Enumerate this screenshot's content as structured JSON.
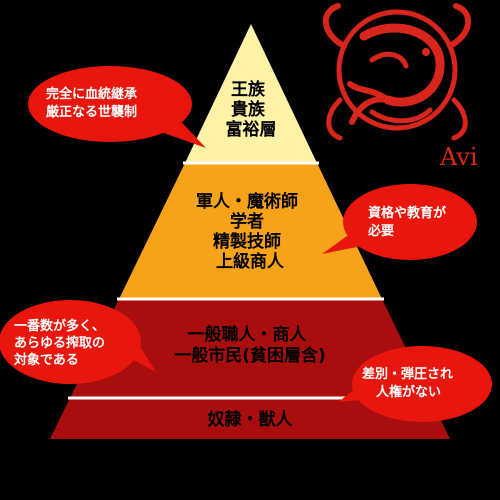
{
  "pyramid": {
    "tiers": [
      {
        "lines": [
          "王族",
          "貴族",
          "富裕層"
        ],
        "color": "#fdf2a6"
      },
      {
        "lines": [
          "軍人・魔術師",
          "学者",
          "精製技師",
          "上級商人"
        ],
        "color": "#f7a31a"
      },
      {
        "lines": [
          "一般職人・商人",
          "一般市民(貧困層含)"
        ],
        "color": "#a80e0e"
      },
      {
        "lines": [
          "奴隷・獣人"
        ],
        "color": "#a80e0e"
      }
    ]
  },
  "bubbles": [
    {
      "lines": [
        "完全に血統継承",
        "厳正なる世襲制"
      ]
    },
    {
      "lines": [
        "資格や教育が",
        "必要"
      ]
    },
    {
      "lines": [
        "一番数が多く、",
        "あらゆる搾取の",
        "対象である"
      ]
    },
    {
      "lines": [
        "差別・弾圧され",
        "人権がない"
      ]
    }
  ],
  "watermark": {
    "text": "Avi",
    "icon": "koi-fish-emblem-icon"
  },
  "colors": {
    "background": "#000000",
    "bubble": "#e8160c",
    "divider": "#ffffff",
    "watermark": "#d9261c"
  }
}
